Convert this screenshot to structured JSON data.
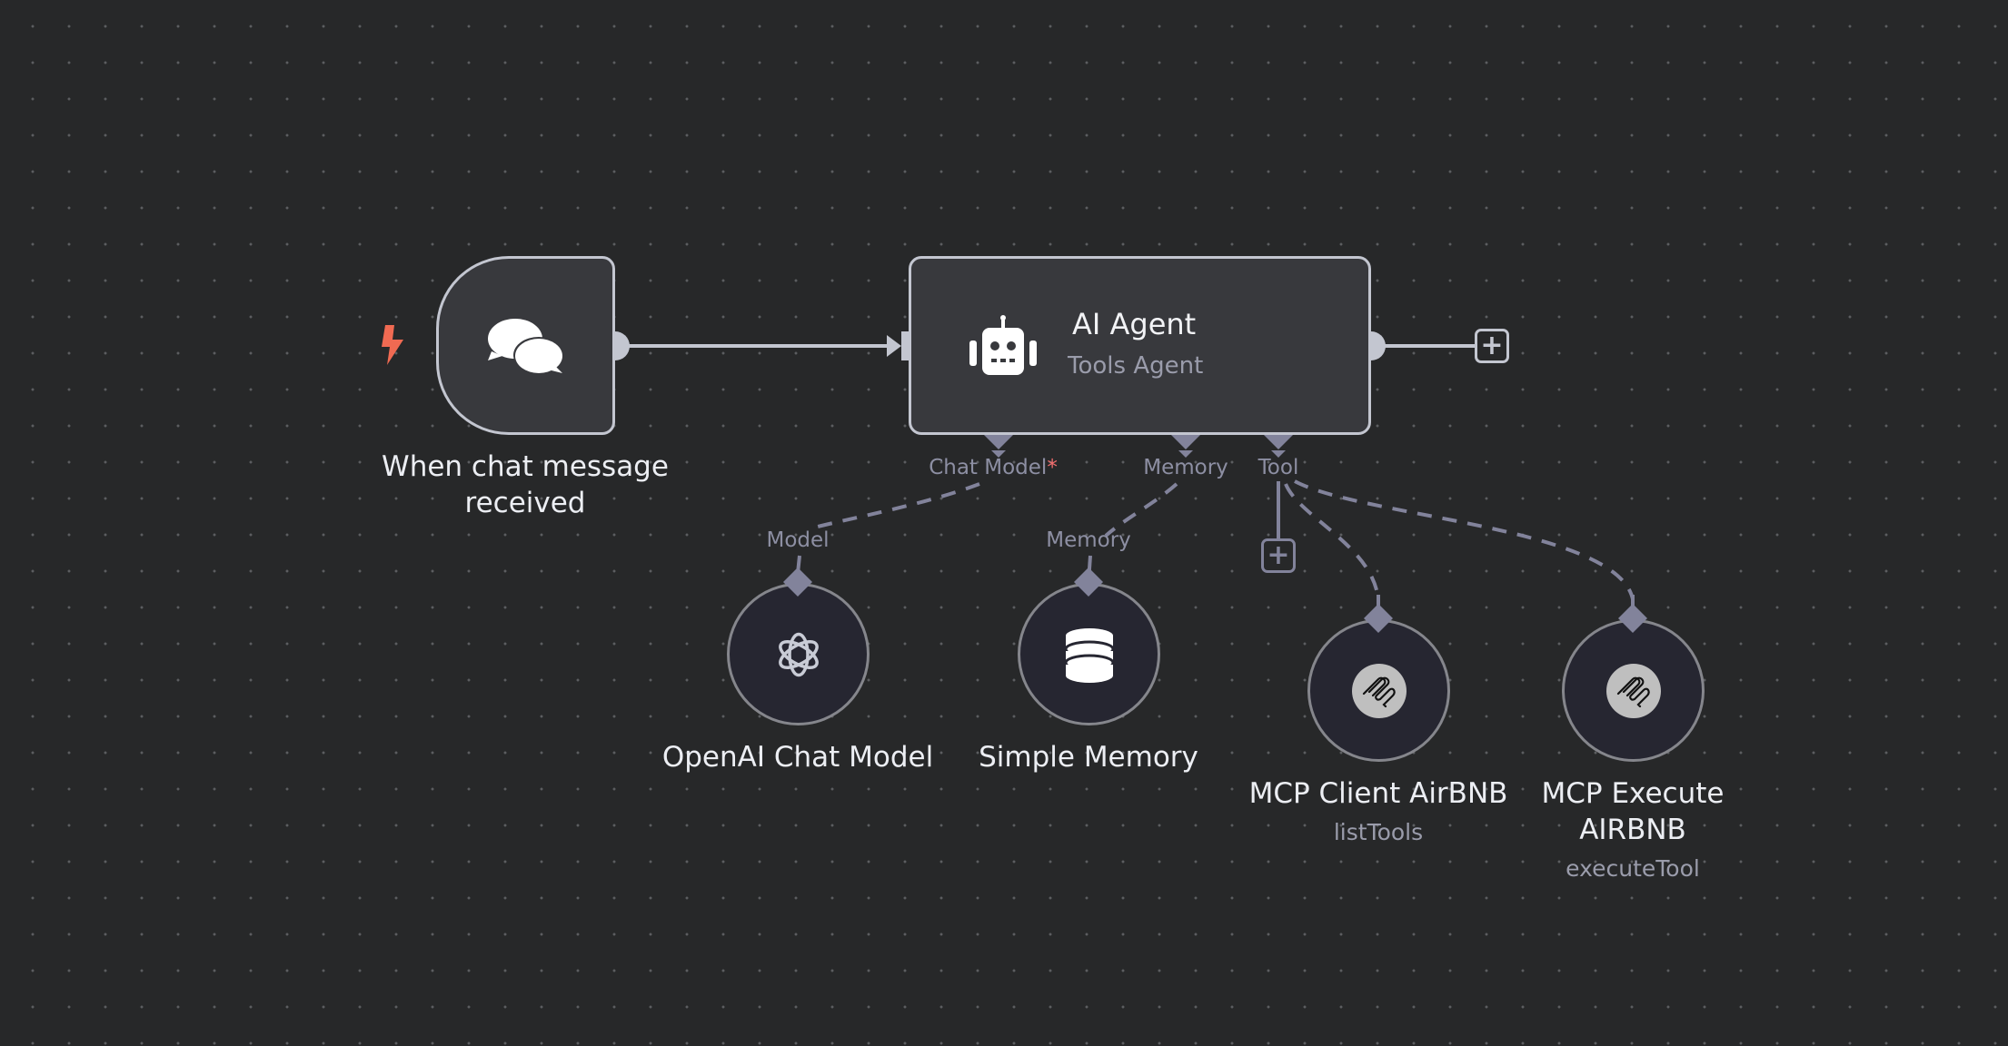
{
  "canvas": {
    "background": "#272829",
    "grid_dot_color": "#5c5d60"
  },
  "colors": {
    "node_border": "#c3c6d0",
    "connector": "#82839b",
    "trigger_accent": "#f06a52",
    "required_marker": "#f36e6e"
  },
  "nodes": {
    "trigger": {
      "label_line1": "When chat message",
      "label_line2": "received",
      "icon": "chat-bubbles-icon",
      "badge_icon": "lightning-bolt-icon"
    },
    "agent": {
      "title": "AI Agent",
      "subtitle": "Tools Agent",
      "icon": "robot-icon",
      "ports": [
        {
          "label": "Chat Model",
          "required": "*"
        },
        {
          "label": "Memory"
        },
        {
          "label": "Tool"
        }
      ]
    },
    "chat_model": {
      "label": "OpenAI Chat Model",
      "port_label": "Model",
      "icon": "openai-icon"
    },
    "memory": {
      "label": "Simple Memory",
      "port_label": "Memory",
      "icon": "database-icon"
    },
    "mcp_client": {
      "label": "MCP Client AirBNB",
      "subtitle": "listTools",
      "icon": "mcp-icon"
    },
    "mcp_execute": {
      "label_line1": "MCP Execute",
      "label_line2": "AIRBNB",
      "subtitle": "executeTool",
      "icon": "mcp-icon"
    }
  },
  "buttons": {
    "add_after_agent": "+",
    "add_tool": "+"
  }
}
